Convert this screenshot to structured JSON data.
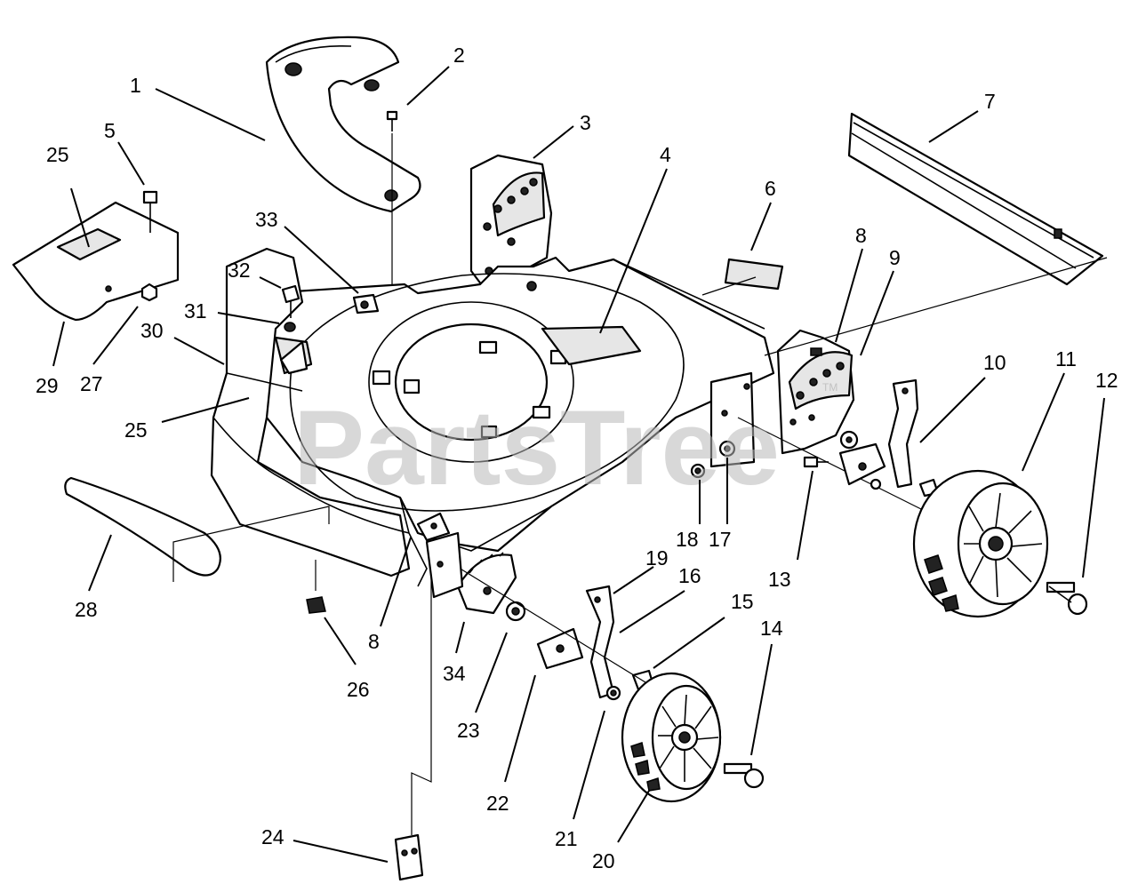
{
  "watermark": {
    "text": "PartsTree",
    "trademark": "TM"
  },
  "callouts": [
    {
      "id": "c1",
      "label": "1"
    },
    {
      "id": "c2",
      "label": "2"
    },
    {
      "id": "c3",
      "label": "3"
    },
    {
      "id": "c4",
      "label": "4"
    },
    {
      "id": "c5",
      "label": "5"
    },
    {
      "id": "c6",
      "label": "6"
    },
    {
      "id": "c7",
      "label": "7"
    },
    {
      "id": "c8a",
      "label": "8"
    },
    {
      "id": "c8b",
      "label": "8"
    },
    {
      "id": "c9",
      "label": "9"
    },
    {
      "id": "c10",
      "label": "10"
    },
    {
      "id": "c11",
      "label": "11"
    },
    {
      "id": "c12",
      "label": "12"
    },
    {
      "id": "c13",
      "label": "13"
    },
    {
      "id": "c14",
      "label": "14"
    },
    {
      "id": "c15",
      "label": "15"
    },
    {
      "id": "c16",
      "label": "16"
    },
    {
      "id": "c17",
      "label": "17"
    },
    {
      "id": "c18",
      "label": "18"
    },
    {
      "id": "c19",
      "label": "19"
    },
    {
      "id": "c20",
      "label": "20"
    },
    {
      "id": "c21",
      "label": "21"
    },
    {
      "id": "c22",
      "label": "22"
    },
    {
      "id": "c23",
      "label": "23"
    },
    {
      "id": "c24",
      "label": "24"
    },
    {
      "id": "c25a",
      "label": "25"
    },
    {
      "id": "c25b",
      "label": "25"
    },
    {
      "id": "c26",
      "label": "26"
    },
    {
      "id": "c27",
      "label": "27"
    },
    {
      "id": "c28",
      "label": "28"
    },
    {
      "id": "c29",
      "label": "29"
    },
    {
      "id": "c30",
      "label": "30"
    },
    {
      "id": "c31",
      "label": "31"
    },
    {
      "id": "c32",
      "label": "32"
    },
    {
      "id": "c33",
      "label": "33"
    },
    {
      "id": "c34",
      "label": "34"
    }
  ]
}
